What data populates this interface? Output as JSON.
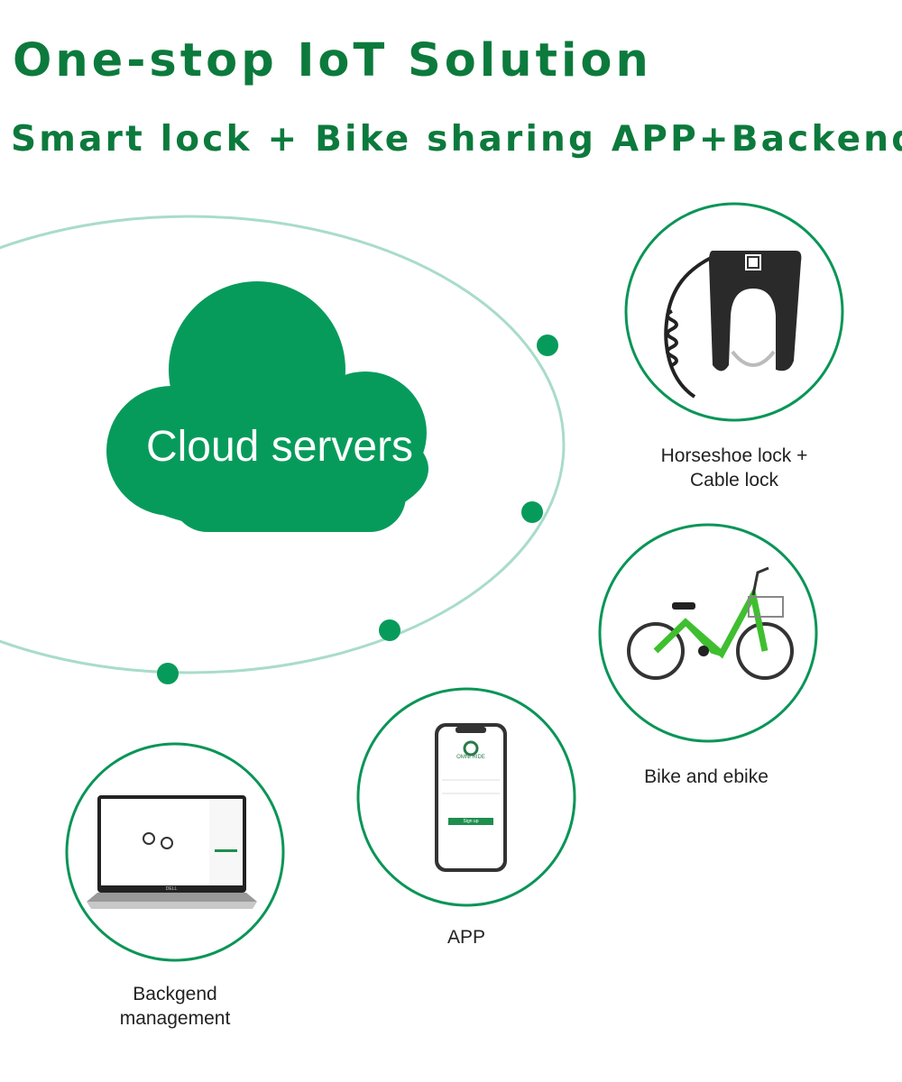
{
  "header": {
    "title": "One-stop IoT Solution",
    "subtitle": "Smart lock + Bike sharing APP+Backend"
  },
  "cloud": {
    "label": "Cloud servers"
  },
  "nodes": [
    {
      "id": "lock",
      "label_line1": "Horseshoe lock +",
      "label_line2": "Cable lock"
    },
    {
      "id": "bike",
      "label_line1": "Bike and ebike"
    },
    {
      "id": "app",
      "label_line1": "APP",
      "app_brand": "OMNI RIDE",
      "app_button": "Sign up"
    },
    {
      "id": "backend",
      "label_line1": "Backgend",
      "label_line2": "management",
      "laptop_brand": "DELL"
    }
  ],
  "colors": {
    "title": "#0c7a3c",
    "cloud": "#079b5b",
    "orbit": "#a9dcc9",
    "ring": "#0a9557"
  }
}
